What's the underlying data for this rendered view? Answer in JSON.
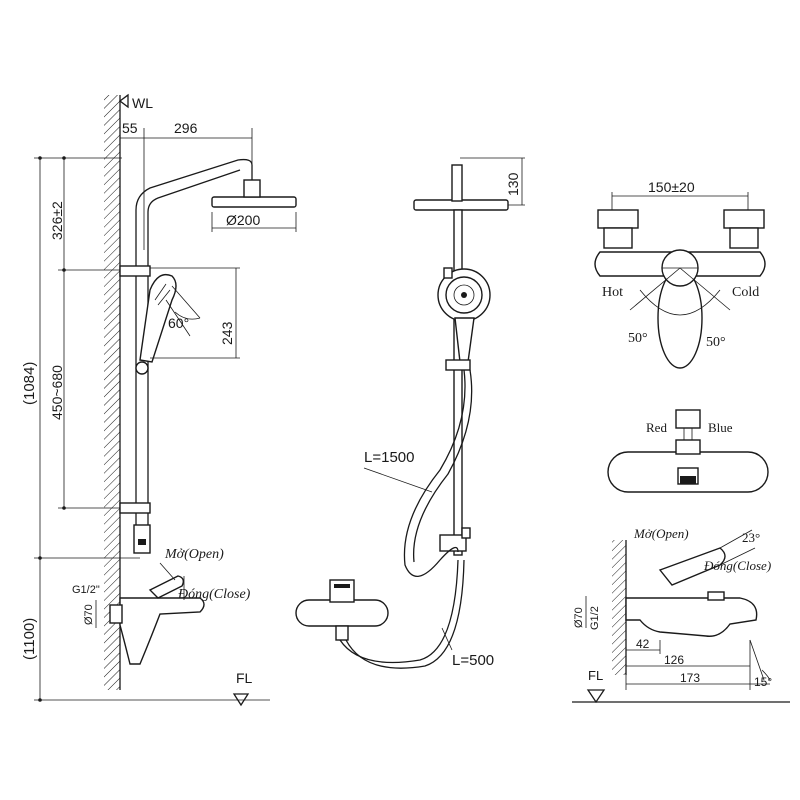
{
  "colors": {
    "line": "#1a1a1a",
    "background": "#ffffff"
  },
  "side_view": {
    "wall_level": "WL",
    "offset_wall": "55",
    "arm_length": "296",
    "head_drop": "326±2",
    "head_diameter": "Ø200",
    "bar_range": "450~680",
    "total_height": "(1084)",
    "handshower_angle": "60°",
    "handshower_height": "243",
    "open_label": "Mở(Open)",
    "close_label": "Đóng(Close)",
    "inlet_thread": "G1/2\"",
    "inlet_diameter": "Ø70",
    "mount_height": "(1100)",
    "floor_level": "FL"
  },
  "front_view": {
    "head_height": "130",
    "hose_long": "L=1500",
    "hose_short": "L=500"
  },
  "mixer_top": {
    "centers": "150±20",
    "hot_label": "Hot",
    "cold_label": "Cold",
    "angle_left": "50°",
    "angle_right": "50°"
  },
  "mixer_front": {
    "red_label": "Red",
    "blue_label": "Blue"
  },
  "mixer_side": {
    "open_label": "Mở(Open)",
    "open_angle": "23°",
    "close_label": "Đóng(Close)",
    "inlet_diameter": "Ø70",
    "inlet_thread": "G1/2",
    "dim_42": "42",
    "dim_126": "126",
    "dim_173": "173",
    "spout_angle": "15°",
    "floor_level": "FL"
  }
}
